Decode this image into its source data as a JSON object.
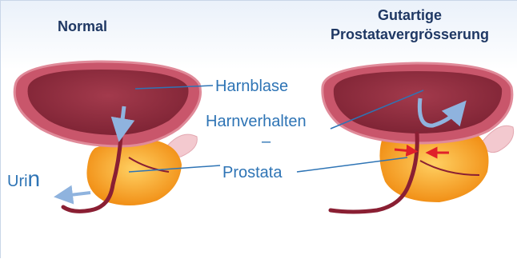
{
  "headings": {
    "normal": "Normal",
    "bph_line1": "Gutartige",
    "bph_line2": "Prostatavergrösserung"
  },
  "labels": {
    "bladder": "Harnblase",
    "retention": "Harnverhalten",
    "dash": "–",
    "prostate": "Prostata",
    "urine_prefix": "Uri",
    "urine_last": "n"
  },
  "colors": {
    "heading": "#1f3864",
    "label": "#2e74b5",
    "bladder_outer": "#c24b62",
    "bladder_inner": "#8f2a3c",
    "prostate": "#f49c1c",
    "urethra": "#8a1f33",
    "flow_arrow": "#8fb3de",
    "compression_arrow": "#e0202a"
  },
  "icons": [
    "flow-arrow-icon",
    "compression-arrow-icon"
  ]
}
